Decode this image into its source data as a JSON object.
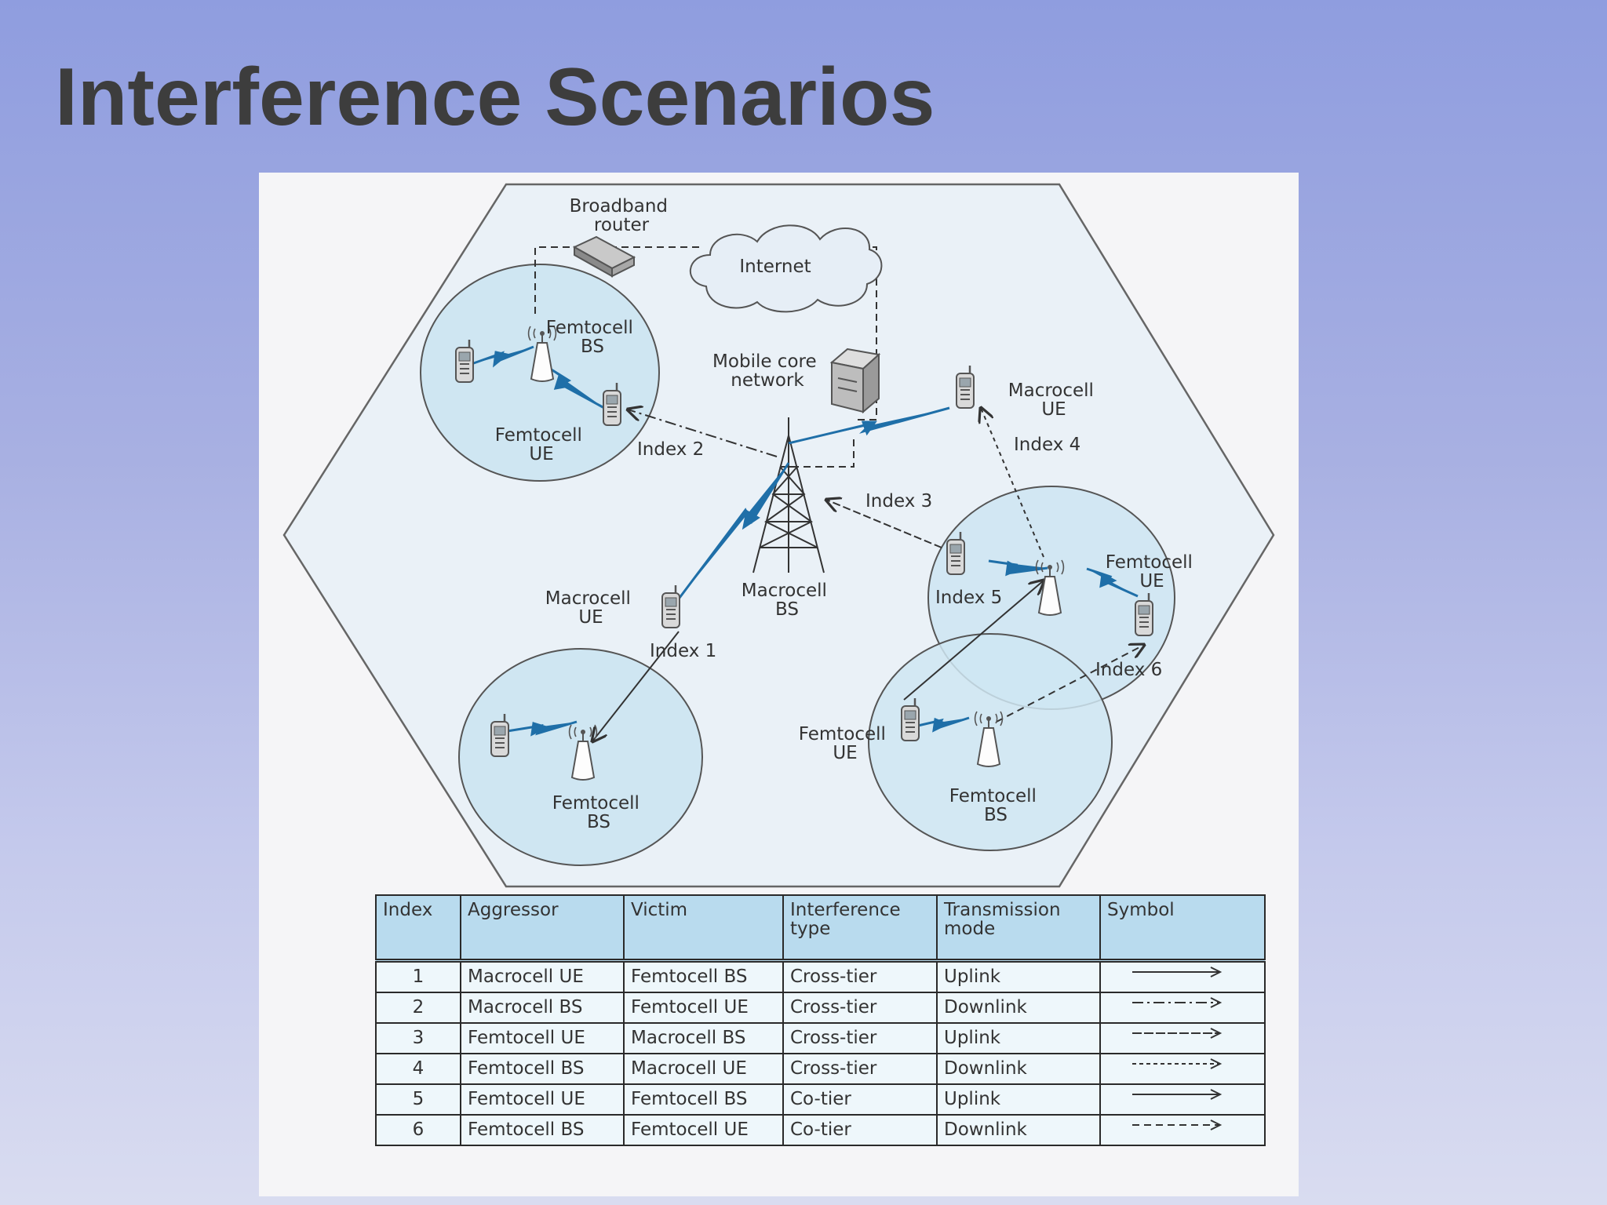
{
  "slide": {
    "title": "Interference Scenarios"
  },
  "diagram": {
    "labels": {
      "broadband_router": [
        "Broadband",
        "router"
      ],
      "internet": "Internet",
      "mobile_core": [
        "Mobile core",
        "network"
      ],
      "femto_bs_topleft": [
        "Femtocell",
        "BS"
      ],
      "femto_ue_topleft": [
        "Femtocell",
        "UE"
      ],
      "index2": "Index 2",
      "macro_ue_topright": [
        "Macrocell",
        "UE"
      ],
      "index4": "Index 4",
      "index3": "Index 3",
      "macro_ue_left": [
        "Macrocell",
        "UE"
      ],
      "index1": "Index 1",
      "macro_bs": [
        "Macrocell",
        "BS"
      ],
      "index5": "Index 5",
      "femto_ue_right": [
        "Femtocell",
        "UE"
      ],
      "index6": "Index 6",
      "femto_ue_bottomright": [
        "Femtocell",
        "UE"
      ],
      "femto_bs_bottomright": [
        "Femtocell",
        "BS"
      ],
      "femto_bs_bottomleft": [
        "Femtocell",
        "BS"
      ]
    }
  },
  "table": {
    "headers": [
      "Index",
      "Aggressor",
      "Victim",
      "Interference type",
      "Transmission mode",
      "Symbol"
    ],
    "rows": [
      {
        "index": "1",
        "aggressor": "Macrocell UE",
        "victim": "Femtocell BS",
        "type": "Cross-tier",
        "mode": "Uplink",
        "symbol": "solid"
      },
      {
        "index": "2",
        "aggressor": "Macrocell BS",
        "victim": "Femtocell UE",
        "type": "Cross-tier",
        "mode": "Downlink",
        "symbol": "dash-dot"
      },
      {
        "index": "3",
        "aggressor": "Femtocell UE",
        "victim": "Macrocell BS",
        "type": "Cross-tier",
        "mode": "Uplink",
        "symbol": "long-dash"
      },
      {
        "index": "4",
        "aggressor": "Femtocell BS",
        "victim": "Macrocell UE",
        "type": "Cross-tier",
        "mode": "Downlink",
        "symbol": "short-dash"
      },
      {
        "index": "5",
        "aggressor": "Femtocell UE",
        "victim": "Femtocell BS",
        "type": "Co-tier",
        "mode": "Uplink",
        "symbol": "solid"
      },
      {
        "index": "6",
        "aggressor": "Femtocell BS",
        "victim": "Femtocell UE",
        "type": "Co-tier",
        "mode": "Downlink",
        "symbol": "medium-dash"
      }
    ]
  },
  "colors": {
    "background_top": "#8f9ddf",
    "background_bottom": "#d9dcf0",
    "title": "#3d3d3d",
    "cell_fill": "#cfe6f2",
    "link_blue": "#1f6fa8",
    "table_header": "#b9dbee"
  }
}
